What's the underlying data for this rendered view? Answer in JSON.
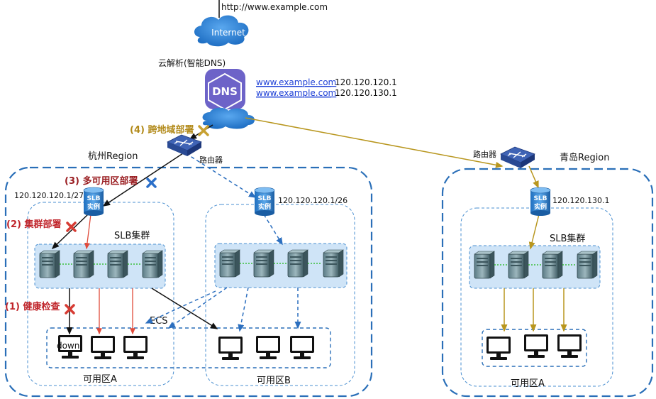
{
  "top": {
    "url": "http://www.example.com",
    "internet_label": "Internet",
    "dns_service_label": "云解析(智能DNS)",
    "dns_icon_text": "DNS",
    "dns_records": [
      {
        "domain": "www.example.com",
        "ip": "120.120.120.1"
      },
      {
        "domain": "www.example.com",
        "ip": "120.120.130.1"
      }
    ]
  },
  "annotations": {
    "cross_region": "(4) 跨地域部署",
    "multi_az": "(3) 多可用区部署",
    "cluster": "(2) 集群部署",
    "health_check": "(1) 健康检查"
  },
  "hangzhou": {
    "region_label": "杭州Region",
    "router_label": "路由器",
    "slb_a": {
      "line1": "SLB",
      "line2": "实例",
      "ip": "120.120.120.1/27"
    },
    "slb_b": {
      "line1": "SLB",
      "line2": "实例",
      "ip": "120.120.120.1/26"
    },
    "cluster_label": "SLB集群",
    "ecs_label": "ECS",
    "down_label": "down",
    "zone_a_label": "可用区A",
    "zone_b_label": "可用区B"
  },
  "qingdao": {
    "region_label": "青岛Region",
    "router_label": "路由器",
    "slb": {
      "line1": "SLB",
      "line2": "实例",
      "ip": "120.120.130.1"
    },
    "cluster_label": "SLB集群",
    "zone_a_label": "可用区A"
  },
  "colors": {
    "region_border": "#2a6fb8",
    "zone_border": "#4a8fd0",
    "cluster_fill": "#cfe4f7",
    "black_path": "#111111",
    "blue_dashed_path": "#2c6fbf",
    "red_path": "#e04a3a",
    "gold_path": "#b8961e",
    "cloud": "#2e86de",
    "dns_icon": "#6d63c8",
    "cross_blue": "#2b6fc9",
    "cross_red": "#d63b33",
    "cross_gold": "#c8a132"
  }
}
